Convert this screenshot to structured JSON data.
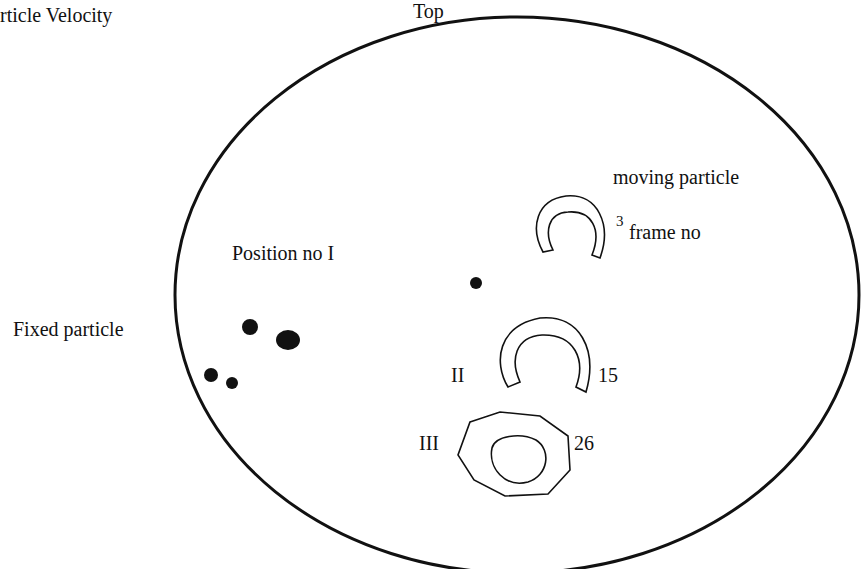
{
  "diagram": {
    "labels": [
      "rticle Velocity",
      "Top",
      "moving particle",
      "3",
      "frame no",
      "Position no I",
      "Fixed particle",
      "II",
      "15",
      "III",
      "26"
    ]
  }
}
